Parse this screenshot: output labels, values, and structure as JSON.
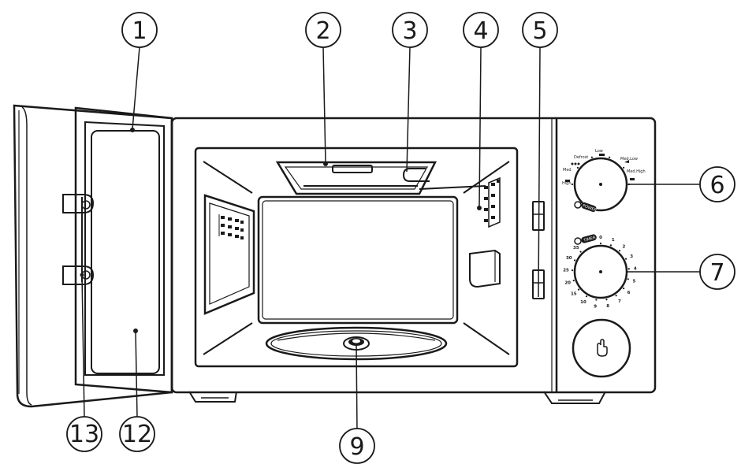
{
  "callouts": [
    {
      "id": "door-frame",
      "number": "1"
    },
    {
      "id": "waveguide-cover",
      "number": "2"
    },
    {
      "id": "cover-hook",
      "number": "3"
    },
    {
      "id": "cavity",
      "number": "4"
    },
    {
      "id": "safety-interlocks",
      "number": "5"
    },
    {
      "id": "power-dial",
      "number": "6"
    },
    {
      "id": "timer-dial",
      "number": "7"
    },
    {
      "id": "turntable-shaft",
      "number": "9"
    },
    {
      "id": "door-window",
      "number": "12"
    },
    {
      "id": "door-hooks",
      "number": "13"
    }
  ],
  "power_dial": {
    "label": "POWER",
    "settings": [
      "Defrost",
      "Low",
      "Med.Low",
      "Med",
      "Med.High",
      "High"
    ]
  },
  "timer_dial": {
    "label": "TIMER",
    "marks": [
      "0",
      "1",
      "2",
      "3",
      "4",
      "5",
      "6",
      "7",
      "8",
      "9",
      "10",
      "15",
      "20",
      "25",
      "30",
      "35"
    ]
  },
  "icons": {
    "door_button": "hand-pointer-icon",
    "power_settings": "food-icons"
  }
}
